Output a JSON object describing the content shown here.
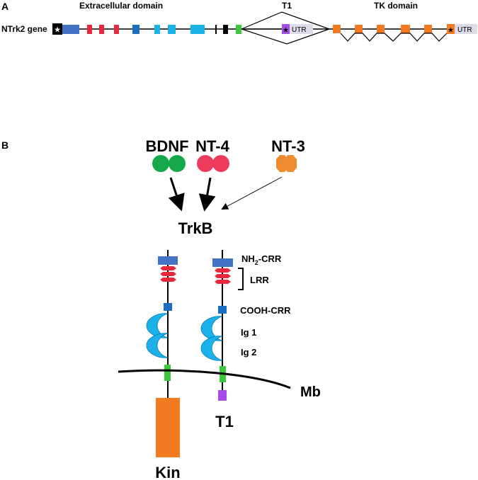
{
  "panel_a": {
    "letter": "A",
    "gene_label": "NTrk2 gene",
    "extracellular_label": "Extracellular domain",
    "t1_label": "T1",
    "tk_label": "TK domain",
    "utr1": "UTR",
    "utr2": "UTR",
    "star": "★"
  },
  "panel_b": {
    "letter": "B",
    "ligands": [
      "BDNF",
      "NT-4",
      "NT-3"
    ],
    "receptor": "TrkB",
    "nh2_crr_prefix": "NH",
    "nh2_crr_sub": "2",
    "nh2_crr_suffix": "-CRR",
    "lrr": "LRR",
    "cooh_crr": "COOH-CRR",
    "ig1": "Ig 1",
    "ig2": "Ig 2",
    "membrane": "Mb",
    "t1": "T1",
    "kin": "Kin"
  },
  "colors": {
    "blue_dark": "#4472c4",
    "red": "#e8283c",
    "blue_mid": "#1a6fc4",
    "cyan": "#1ab2e8",
    "black": "#000000",
    "green": "#3cc83c",
    "purple": "#a64ce8",
    "utr_grey": "#dcdce8",
    "orange": "#f47a20",
    "bdnf_green": "#14a84a",
    "nt4_red": "#ee3a5a",
    "nt3_orange": "#f08a30"
  }
}
